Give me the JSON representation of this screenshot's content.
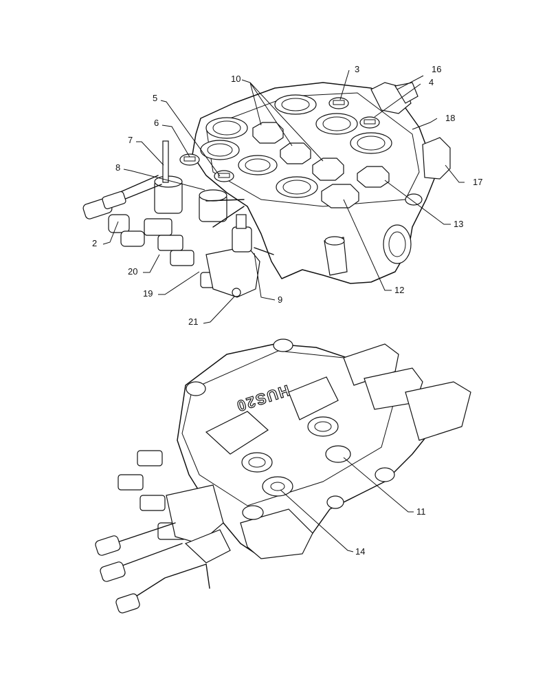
{
  "callouts": [
    {
      "id": "2",
      "text": "2"
    },
    {
      "id": "3",
      "text": "3"
    },
    {
      "id": "4",
      "text": "4"
    },
    {
      "id": "5",
      "text": "5"
    },
    {
      "id": "6",
      "text": "6"
    },
    {
      "id": "7",
      "text": "7"
    },
    {
      "id": "8",
      "text": "8"
    },
    {
      "id": "9",
      "text": "9"
    },
    {
      "id": "10",
      "text": "10"
    },
    {
      "id": "11",
      "text": "11"
    },
    {
      "id": "12",
      "text": "12"
    },
    {
      "id": "13",
      "text": "13"
    },
    {
      "id": "14",
      "text": "14"
    },
    {
      "id": "16",
      "text": "16"
    },
    {
      "id": "17",
      "text": "17"
    },
    {
      "id": "18",
      "text": "18"
    },
    {
      "id": "19",
      "text": "19"
    },
    {
      "id": "20",
      "text": "20"
    },
    {
      "id": "21",
      "text": "21"
    }
  ],
  "casting_mark": "HUS20"
}
